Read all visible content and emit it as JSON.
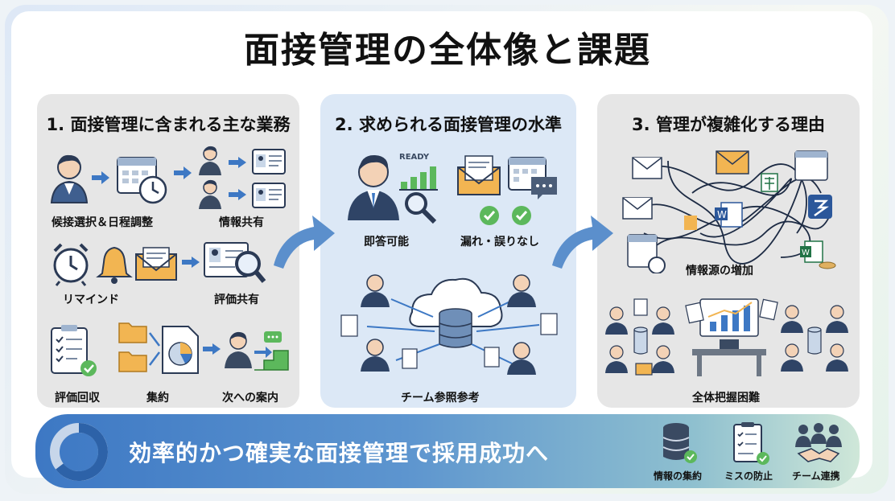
{
  "title": "面接管理の全体像と課題",
  "panels": [
    {
      "heading": "1. 面接管理に含まれる主な業務",
      "labels": [
        "候接選択＆日程調整",
        "情報共有",
        "リマインド",
        "評価共有",
        "評価回収",
        "集約",
        "次への案内"
      ]
    },
    {
      "heading": "2. 求められる面接管理の水準",
      "ready": "READY",
      "labels": [
        "即答可能",
        "漏れ・誤りなし",
        "チーム参照参考"
      ]
    },
    {
      "heading": "3. 管理が複雑化する理由",
      "labels": [
        "情報源の増加",
        "全体把握困難"
      ]
    }
  ],
  "banner": {
    "slogan": "効率的かつ確実な面接管理で採用成功へ",
    "items": [
      "情報の集約",
      "ミスの防止",
      "チーム連携"
    ]
  },
  "colors": {
    "accent_blue": "#3d78c4",
    "arrow_blue": "#5b8fcc",
    "check_green": "#5cb85c",
    "envelope_orange": "#f2b552",
    "excel_green": "#217346",
    "word_blue": "#2b579a"
  }
}
